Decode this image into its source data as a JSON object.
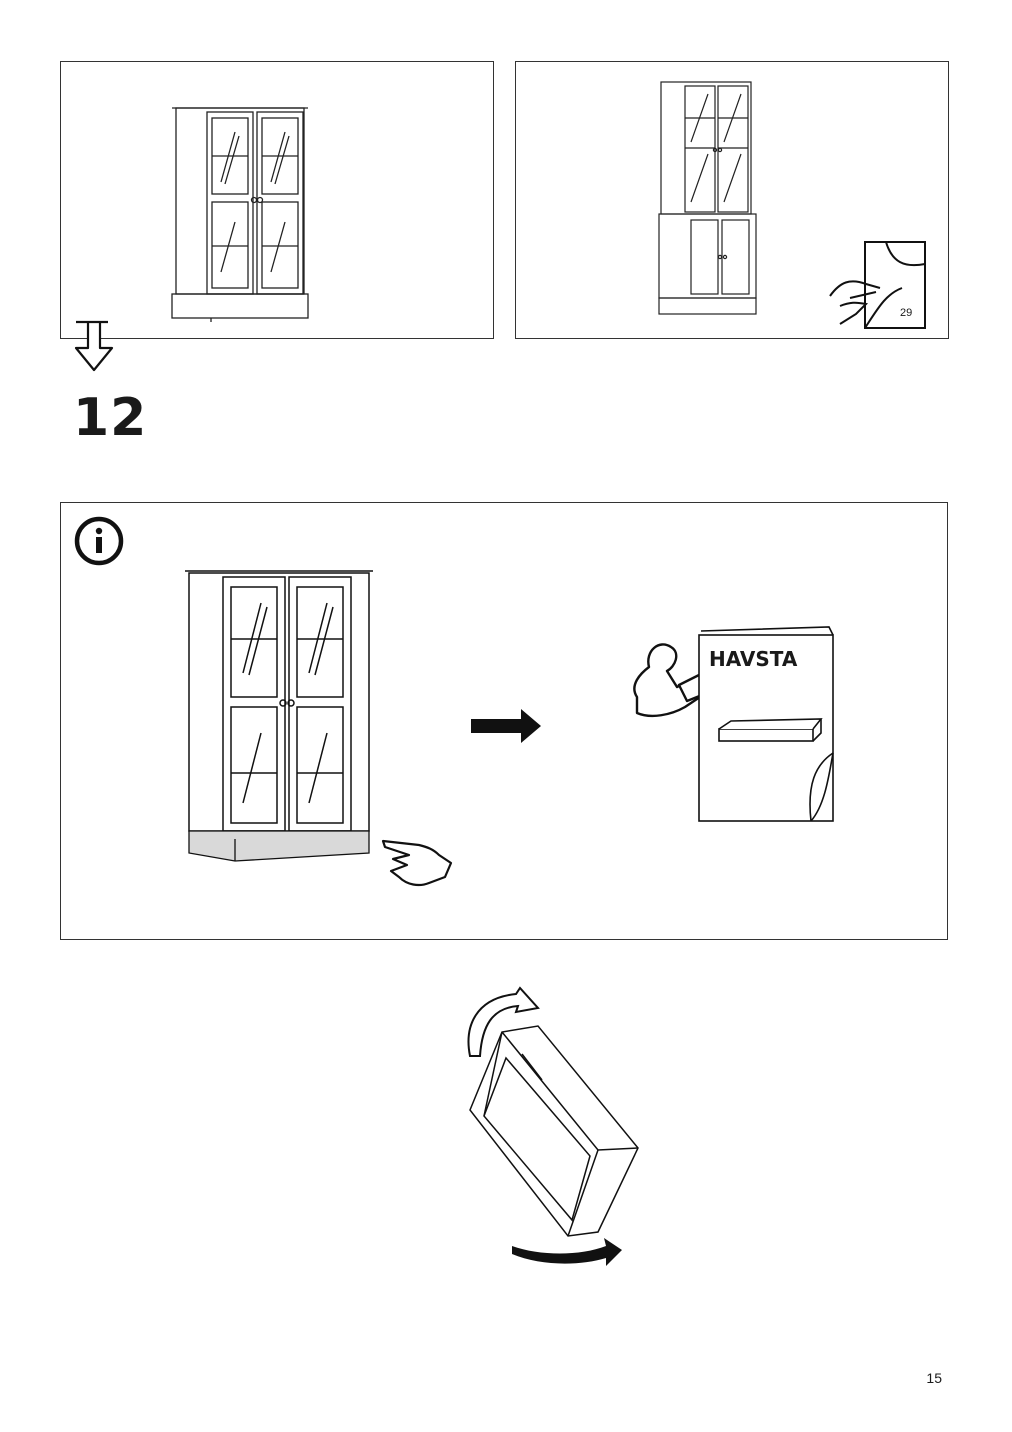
{
  "step": {
    "number": "12"
  },
  "page": {
    "number": "15"
  },
  "reference": {
    "page_ref": "29"
  },
  "info": {
    "booklet_title": "HAVSTA"
  },
  "icons": [
    "down-arrow-icon",
    "info-icon",
    "right-arrow-icon",
    "pointing-hand-icon",
    "reading-person-icon",
    "page-turn-icon",
    "rotate-arrow-icon"
  ]
}
